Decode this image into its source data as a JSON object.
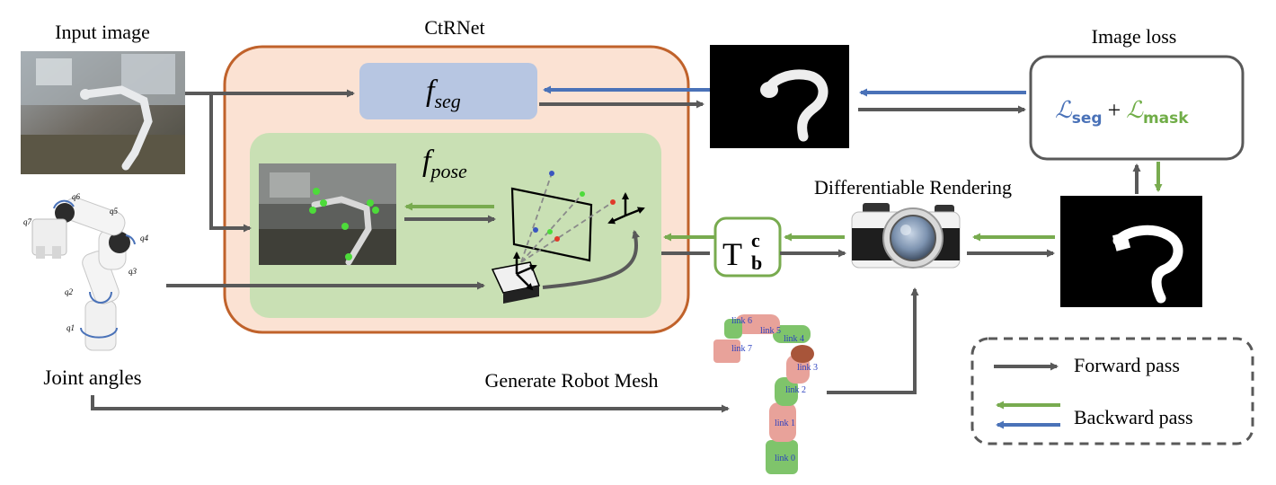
{
  "labels": {
    "input_image": "Input image",
    "ctrnet": "CtRNet",
    "image_loss": "Image loss",
    "differentiable_rendering": "Differentiable Rendering",
    "joint_angles": "Joint angles",
    "generate_robot_mesh": "Generate Robot Mesh"
  },
  "modules": {
    "f_seg": {
      "symbol": "f",
      "subscript": "seg"
    },
    "f_pose": {
      "symbol": "f",
      "subscript": "pose"
    }
  },
  "loss": {
    "seg_symbol": "ℒ",
    "seg_sub": "seg",
    "plus": "+",
    "mask_symbol": "ℒ",
    "mask_sub": "mask"
  },
  "transform": {
    "base": "T",
    "superscript": "c",
    "subscript": "b"
  },
  "legend": {
    "forward": "Forward pass",
    "backward": "Backward pass"
  },
  "robot_mesh_links": [
    "link 0",
    "link 1",
    "link 2",
    "link 3",
    "link 4",
    "link 5",
    "link 6",
    "link 7"
  ],
  "joint_symbols": [
    "q1",
    "q2",
    "q3",
    "q4",
    "q5",
    "q6",
    "q7"
  ],
  "colors": {
    "forward": "#595959",
    "backward_green": "#78ab4f",
    "backward_blue": "#4a72b8",
    "ctrnet_fill": "#fbe2d3",
    "ctrnet_border": "#c0622b",
    "fseg_fill": "#b7c6e2",
    "fpose_fill": "#c9e0b4",
    "loss_seg": "#4a72b8",
    "loss_mask": "#70ad47"
  }
}
